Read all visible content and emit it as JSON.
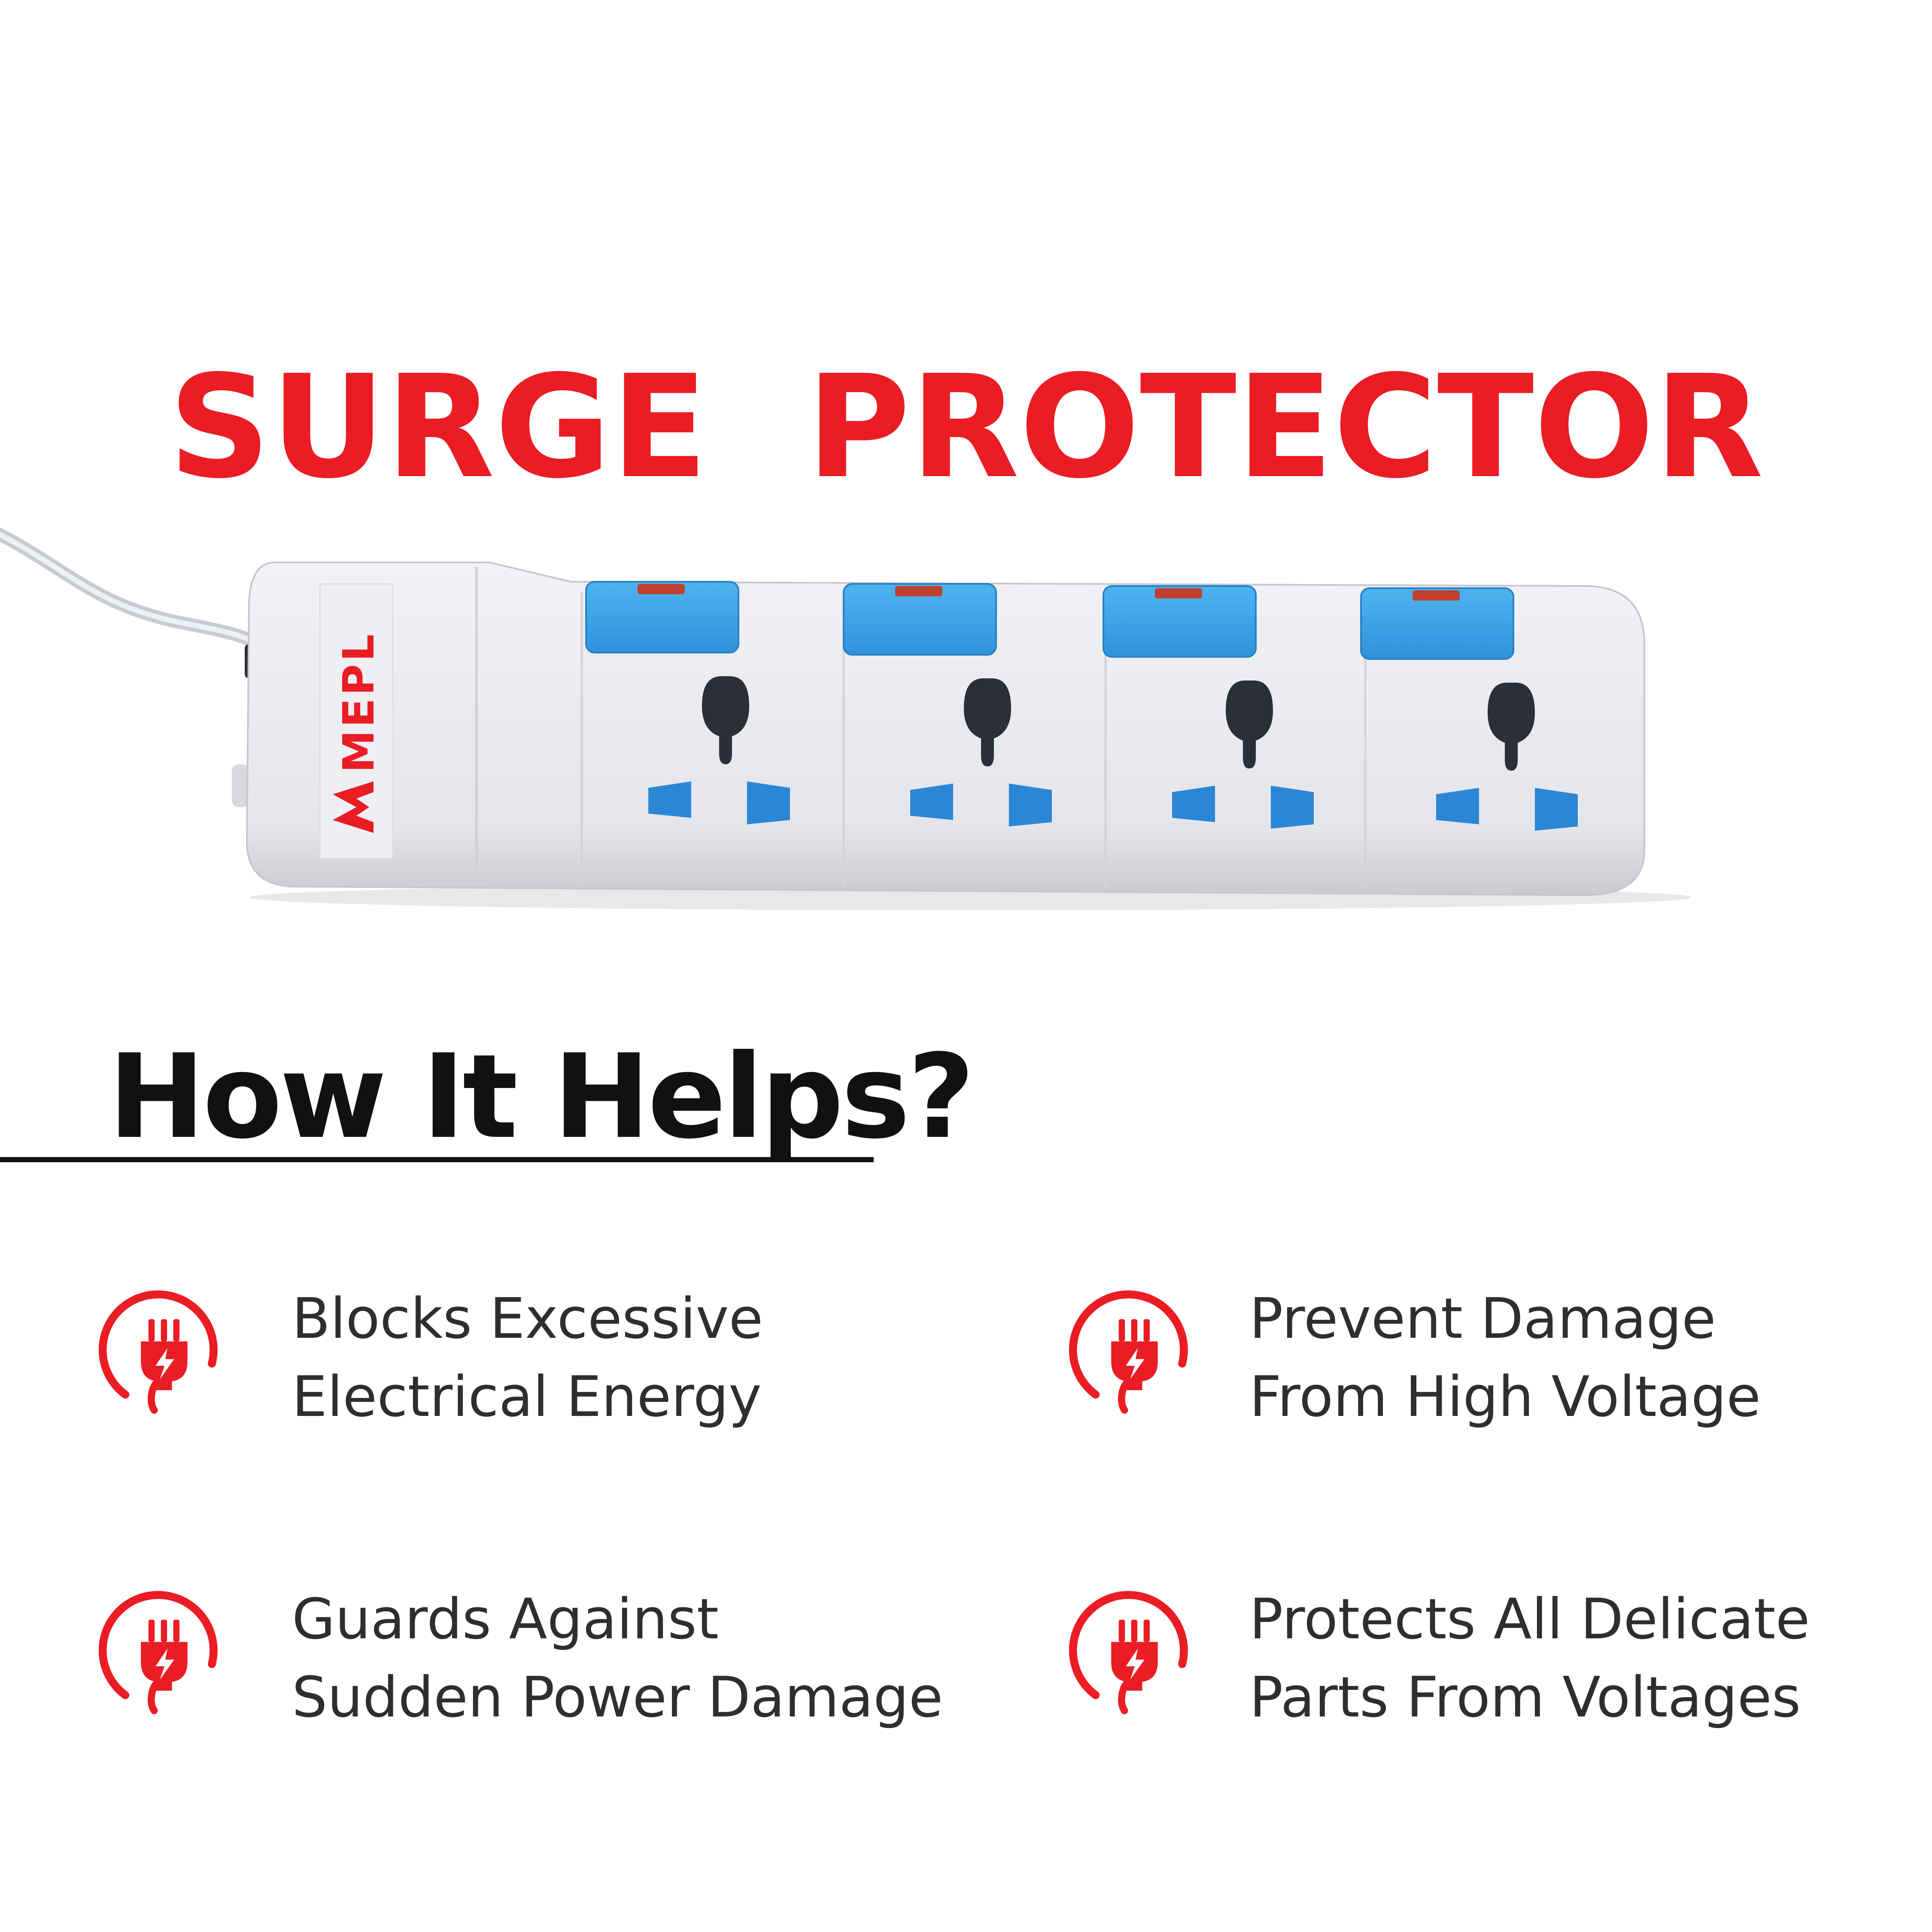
{
  "title": "SURGE  PROTECTOR",
  "product": {
    "brand_logo": "MEPL",
    "brand_color": "#ea1c24",
    "body_color": "#e6e7ec",
    "switch_color": "#3aa3e8",
    "socket_pin_color": "#2b87d6",
    "socket_count": 4
  },
  "section": {
    "heading": "How It Helps?"
  },
  "features": [
    {
      "icon": "plug-lightning-icon",
      "line1": "Blocks Excessive",
      "line2": "Electrical Energy"
    },
    {
      "icon": "plug-lightning-icon",
      "line1": "Prevent Damage",
      "line2": "From High Voltage"
    },
    {
      "icon": "plug-lightning-icon",
      "line1": "Guards Against",
      "line2": "Sudden Power Damage"
    },
    {
      "icon": "plug-lightning-icon",
      "line1": "Protects All Delicate",
      "line2": "Parts From Voltages"
    }
  ],
  "colors": {
    "accent_red": "#ea1c24",
    "heading_black": "#111111",
    "body_text": "#2e2e2e"
  }
}
